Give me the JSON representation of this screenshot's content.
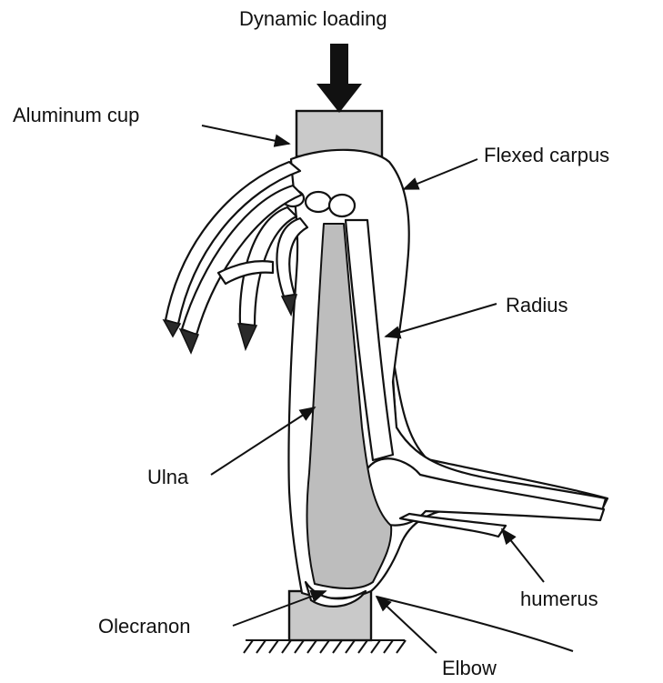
{
  "diagram": {
    "labels": {
      "dynamic_loading": "Dynamic loading",
      "aluminum_cup": "Aluminum cup",
      "flexed_carpus": "Flexed carpus",
      "radius": "Radius",
      "ulna": "Ulna",
      "humerus": "humerus",
      "olecranon": "Olecranon",
      "elbow": "Elbow"
    },
    "colors": {
      "ink": "#111111",
      "bone_fill": "#bdbdbd",
      "cup_fill": "#c9c9c9",
      "background": "#ffffff"
    }
  }
}
